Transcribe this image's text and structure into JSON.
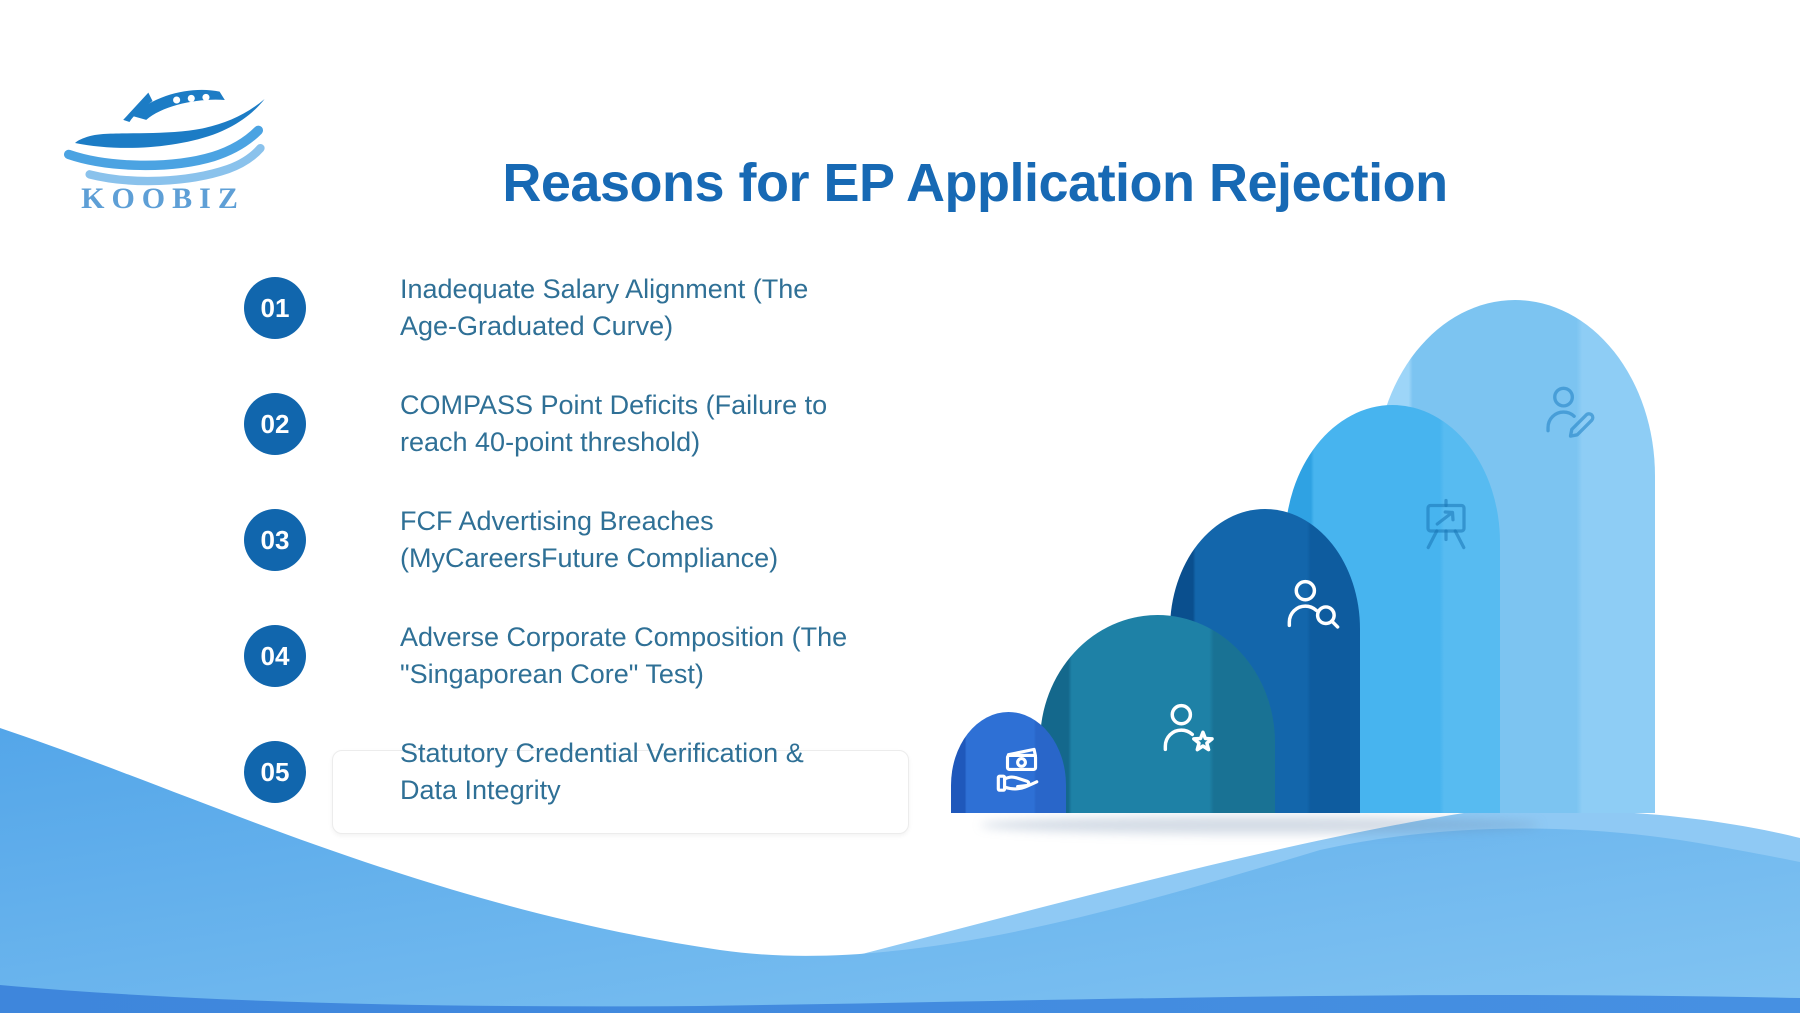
{
  "brand": {
    "name": "KOOBIZ"
  },
  "header": {
    "title": "Reasons for EP Application Rejection"
  },
  "reasons": [
    {
      "number": "01",
      "lines": [
        "Inadequate Salary Alignment (The",
        "Age-Graduated Curve)"
      ]
    },
    {
      "number": "02",
      "lines": [
        "COMPASS Point Deficits (Failure to",
        "reach 40-point threshold)"
      ]
    },
    {
      "number": "03",
      "lines": [
        "FCF Advertising Breaches",
        "(MyCareersFuture Compliance)"
      ]
    },
    {
      "number": "04",
      "lines": [
        "Adverse Corporate Composition (The",
        "\"Singaporean Core\" Test)"
      ]
    },
    {
      "number": "05",
      "lines": [
        "Statutory Credential Verification &",
        "Data Integrity"
      ]
    }
  ],
  "growth_chart": {
    "type": "ascending-dome-steps",
    "steps": [
      {
        "rank": 1,
        "icon": "money-in-hand-icon",
        "relative_height": 101,
        "shades": [
          "#1F58BB",
          "#2E70D5",
          "#2966C9"
        ]
      },
      {
        "rank": 2,
        "icon": "person-star-icon",
        "relative_height": 198,
        "shades": [
          "#14688C",
          "#1E81A6",
          "#197294"
        ]
      },
      {
        "rank": 3,
        "icon": "person-search-icon",
        "relative_height": 304,
        "shades": [
          "#0A4F8E",
          "#1366AB",
          "#0E5C9F"
        ]
      },
      {
        "rank": 4,
        "icon": "presentation-easel-icon",
        "relative_height": 408,
        "shades": [
          "#2FA2E3",
          "#47B4EF",
          "#57BBF1"
        ]
      },
      {
        "rank": 5,
        "icon": "person-pencil-icon",
        "relative_height": 513,
        "shades": [
          "#9DD5F8",
          "#7CC4F1",
          "#8ECDF5"
        ]
      }
    ]
  },
  "colors": {
    "title_blue": "#1769B4",
    "list_text": "#2F7096",
    "number_badge": "#1166AD",
    "brand_text": "#5E9FD6",
    "wave_main_top": "#54A6E9",
    "wave_main_bottom": "#82C4F2",
    "wave_light": "#8FC9F4",
    "wave_deep": "#3E86DC",
    "background": "#FFFFFF"
  }
}
